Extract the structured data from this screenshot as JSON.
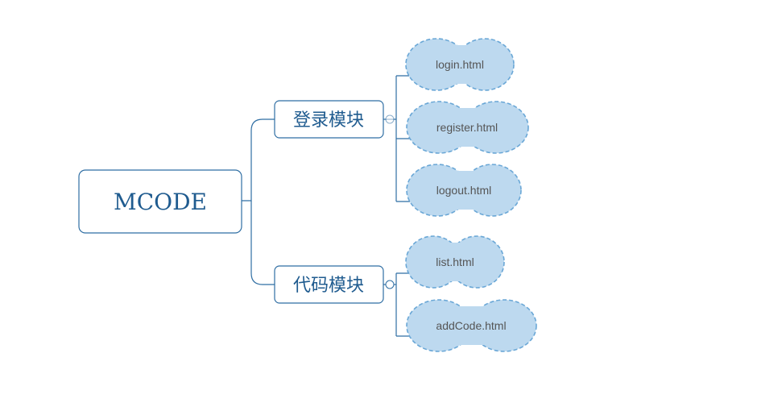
{
  "diagram": {
    "root": {
      "label": "MCODE"
    },
    "branches": [
      {
        "label": "登录模块",
        "leaves": [
          {
            "label": "login.html"
          },
          {
            "label": "register.html"
          },
          {
            "label": "logout.html"
          }
        ]
      },
      {
        "label": "代码模块",
        "leaves": [
          {
            "label": "list.html"
          },
          {
            "label": "addCode.html"
          }
        ]
      }
    ]
  },
  "colors": {
    "line": "#2f6ea3",
    "text": "#1f5b8f",
    "cloud_fill": "#bdd9ef",
    "cloud_stroke": "#6aa7d6",
    "leaf_text": "#555555"
  }
}
